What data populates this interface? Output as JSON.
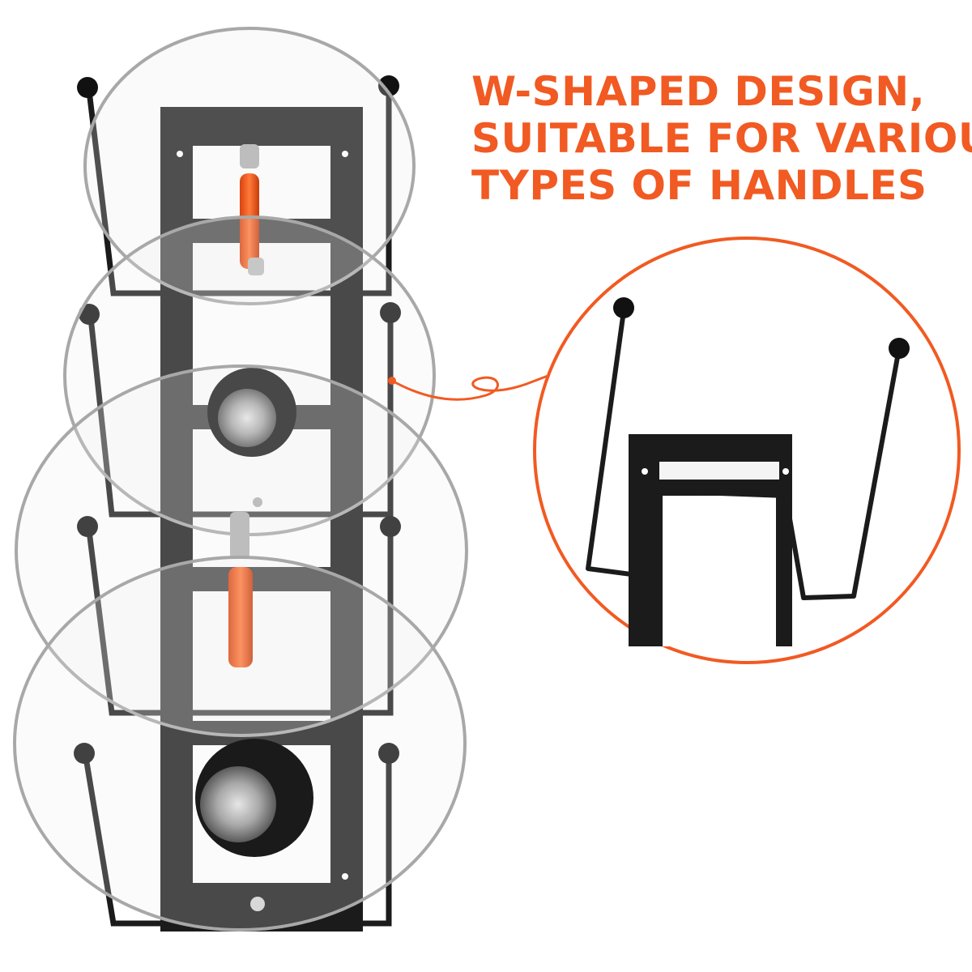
{
  "headline": {
    "line1": "W-SHAPED DESIGN,",
    "line2": "SUITABLE FOR VARIOUS",
    "line3": "TYPES OF HANDLES"
  },
  "colors": {
    "accent": "#f15a22",
    "rack": "#1a1a1a",
    "glass_rim": "#9a9a9a",
    "handle": "#f15a22",
    "steel_knob": "#b8b8b8",
    "background": "#ffffff"
  },
  "illustration": {
    "subject": "wall-mounted pot lid rack with four glass lids",
    "lids": [
      {
        "handle_type": "orange bar handle"
      },
      {
        "handle_type": "round steel knob"
      },
      {
        "handle_type": "orange bar handle"
      },
      {
        "handle_type": "round steel knob"
      }
    ],
    "detail_callout": "zoomed view of W-shaped wire holder"
  }
}
